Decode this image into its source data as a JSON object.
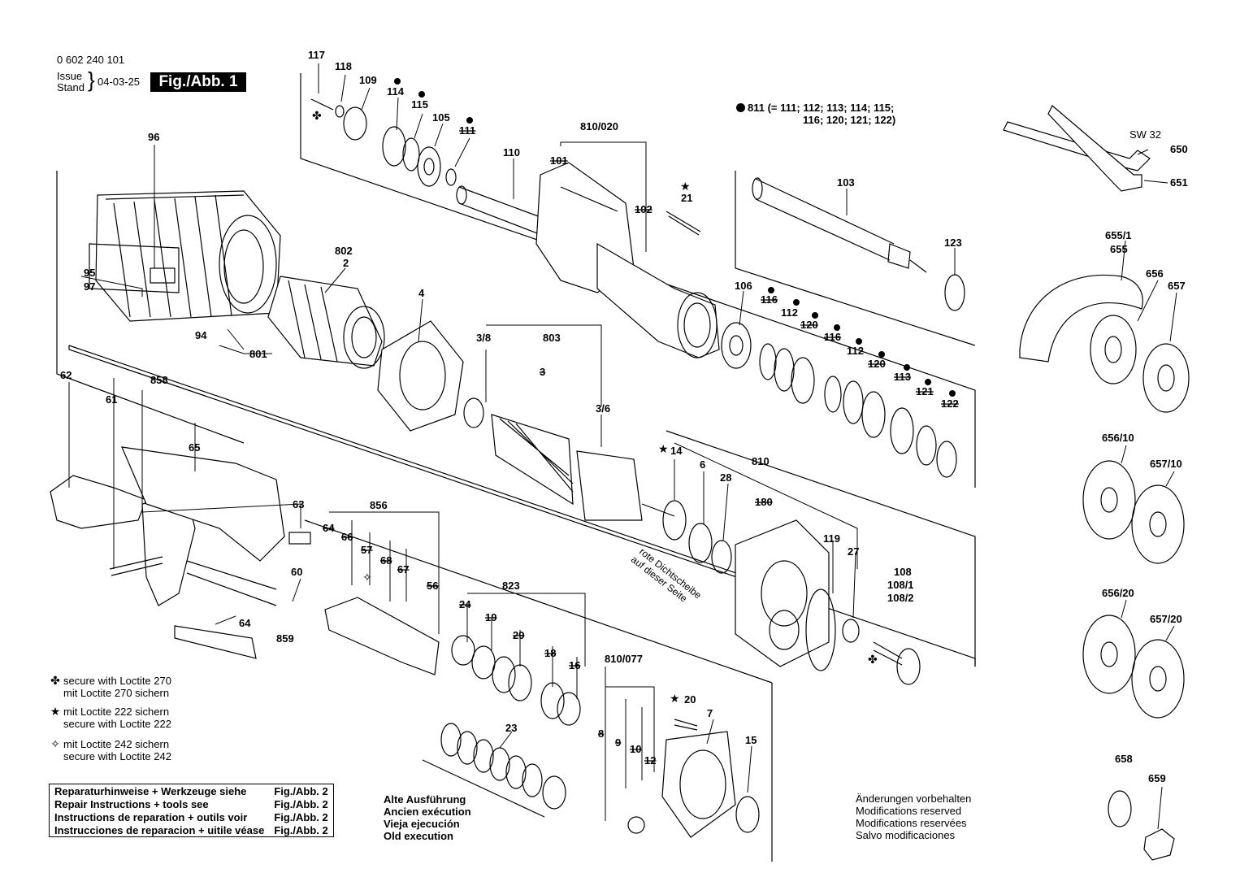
{
  "header": {
    "part_number": "0 602 240 101",
    "issue_label": "Issue",
    "stand_label": "Stand",
    "issue_date": "04-03-25",
    "figure_label": "Fig./Abb. 1"
  },
  "kit_note": {
    "line1": "811 (= 111; 112; 113; 114; 115;",
    "line2": "116; 120; 121; 122)"
  },
  "wrench": {
    "size": "SW 32"
  },
  "part_labels": {
    "p117": "117",
    "p118": "118",
    "p109": "109",
    "p114": "114",
    "p115": "115",
    "p105": "105",
    "p111": "111",
    "p110": "110",
    "p810_020": "810/020",
    "p101": "101",
    "p102": "102",
    "p21": "21",
    "p103": "103",
    "p123": "123",
    "p650": "650",
    "p651": "651",
    "p96": "96",
    "p802": "802",
    "p2": "2",
    "p95": "95",
    "p97": "97",
    "p94": "94",
    "p801": "801",
    "p4": "4",
    "p3_8": "3/8",
    "p803": "803",
    "p3_6": "3/6",
    "p106": "106",
    "p116a": "116",
    "p112a": "112",
    "p120a": "120",
    "p116b": "116",
    "p112b": "112",
    "p120b": "120",
    "p113": "113",
    "p121": "121",
    "p122": "122",
    "p655_1": "655/1",
    "p655": "655",
    "p656": "656",
    "p657": "657",
    "p62": "62",
    "p858": "858",
    "p61": "61",
    "p65": "65",
    "p63": "63",
    "p856": "856",
    "p64a": "64",
    "p66": "66",
    "p67": "67",
    "p68": "68",
    "p57": "57",
    "p56": "56",
    "p60": "60",
    "p64b": "64",
    "p859": "859",
    "p14": "14",
    "p6": "6",
    "p28": "28",
    "p810": "810",
    "p180": "180",
    "p119": "119",
    "p27": "27",
    "p108": "108",
    "p108_1": "108/1",
    "p108_2": "108/2",
    "p823": "823",
    "p24": "24",
    "p19": "19",
    "p29": "29",
    "p18": "18",
    "p16": "16",
    "p810_077": "810/077",
    "p20": "20",
    "p7": "7",
    "p15": "15",
    "p23": "23",
    "p8a": "8",
    "p9": "9",
    "p10": "10",
    "p12": "12",
    "p656_10": "656/10",
    "p657_10": "657/10",
    "p656_20": "656/20",
    "p657_20": "657/20",
    "p658": "658",
    "p659": "659",
    "p3": "3"
  },
  "seal_note": {
    "line1": "rote Dichtscheibe",
    "line2": "auf dieser Seite"
  },
  "legend": [
    {
      "symbol": "clover",
      "line1": "secure with Loctite 270",
      "line2": "mit Loctite 270 sichern"
    },
    {
      "symbol": "star",
      "line1": "mit Loctite 222 sichern",
      "line2": "secure with Loctite 222"
    },
    {
      "symbol": "outline-star",
      "line1": "mit Loctite 242 sichern",
      "line2": "secure with Loctite 242"
    }
  ],
  "repair_table": [
    {
      "text": "Reparaturhinweise + Werkzeuge siehe",
      "ref": "Fig./Abb. 2"
    },
    {
      "text": "Repair Instructions + tools see",
      "ref": "Fig./Abb. 2"
    },
    {
      "text": "Instructions de reparation + outils voir",
      "ref": "Fig./Abb. 2"
    },
    {
      "text": "Instrucciones de reparacion + uitile véase",
      "ref": "Fig./Abb. 2"
    }
  ],
  "old_execution": {
    "line1": "Alte Ausführung",
    "line2": "Ancien exécution",
    "line3": "Vieja ejecución",
    "line4": "Old execution"
  },
  "modifications": {
    "line1": "Änderungen vorbehalten",
    "line2": "Modifications reserved",
    "line3": "Modifications reservées",
    "line4": "Salvo modificaciones"
  }
}
